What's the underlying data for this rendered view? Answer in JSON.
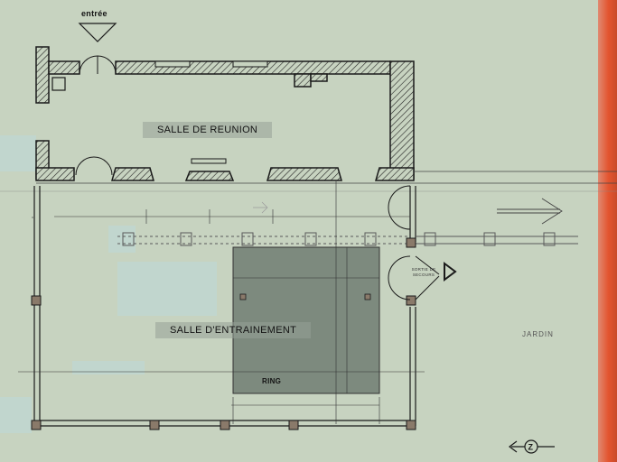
{
  "labels": {
    "entree": "entrée",
    "salle_reunion": "SALLE DE REUNION",
    "salle_entrainement": "SALLE D'ENTRAINEMENT",
    "ring": "RING",
    "jardin": "JARDIN",
    "sortie_secours": "SORTIE DE SECOURS"
  },
  "colors": {
    "paper": "#c7d3c0",
    "wall": "#1a1a1a",
    "ring_fill": "#7d8a7e",
    "pillar": "#8a7a6a",
    "edge_strip": "#e3542f"
  },
  "icons": [
    "entrance-arrow-icon",
    "north-arrow-icon",
    "exit-triangle-icon",
    "direction-arrow-icon"
  ]
}
